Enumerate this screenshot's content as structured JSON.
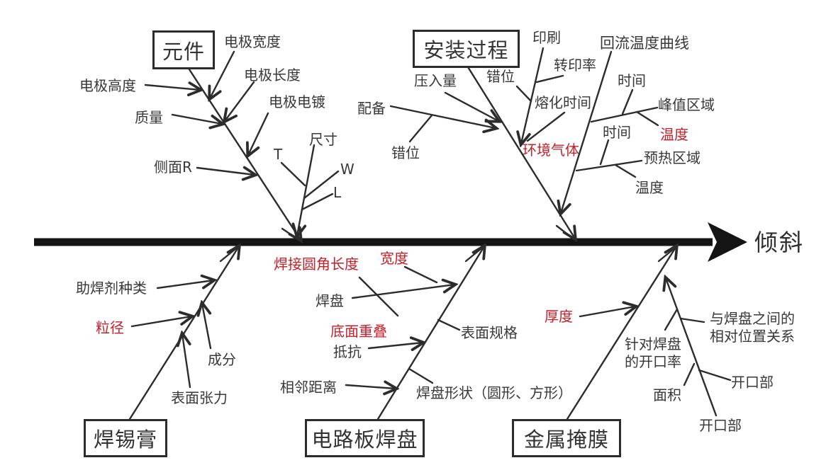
{
  "diagram_type": "fishbone-cause-effect",
  "colors": {
    "ink": "#2c2c2c",
    "text": "#383838",
    "emphasis_red": "#c2202a",
    "spine": "#141414",
    "background": "#ffffff"
  },
  "head": {
    "label": "倾斜"
  },
  "categories": [
    {
      "id": "component",
      "label": "元件",
      "boxed": true,
      "position": "top-left",
      "causes": [
        {
          "label": "电极宽度"
        },
        {
          "label": "电极高度"
        },
        {
          "label": "电极长度"
        },
        {
          "label": "质量"
        },
        {
          "label": "电极电镀"
        },
        {
          "label": "侧面R"
        },
        {
          "label": "尺寸",
          "children": [
            {
              "label": "T"
            },
            {
              "label": "W"
            },
            {
              "label": "L"
            }
          ]
        }
      ]
    },
    {
      "id": "mounting-process",
      "label": "安装过程",
      "boxed": true,
      "position": "top-middle",
      "causes": [
        {
          "label": "压入量"
        },
        {
          "label": "配备",
          "children": [
            {
              "label": "错位"
            }
          ]
        },
        {
          "label": "印刷",
          "children": [
            {
              "label": "错位"
            },
            {
              "label": "转印率"
            },
            {
              "label": "熔化时间"
            }
          ]
        },
        {
          "label": "环境气体",
          "color": "red"
        }
      ]
    },
    {
      "id": "reflow-profile",
      "label": "回流温度曲线",
      "boxed": false,
      "position": "top-right",
      "causes": [
        {
          "label": "峰值区域",
          "children": [
            {
              "label": "时间"
            },
            {
              "label": "温度",
              "color": "red"
            }
          ]
        },
        {
          "label": "预热区域",
          "children": [
            {
              "label": "时间"
            },
            {
              "label": "温度"
            }
          ]
        }
      ]
    },
    {
      "id": "solder-paste",
      "label": "焊锡膏",
      "boxed": true,
      "position": "bottom-left",
      "causes": [
        {
          "label": "助焊剂种类"
        },
        {
          "label": "粒径",
          "color": "red"
        },
        {
          "label": "成分"
        },
        {
          "label": "表面张力"
        }
      ]
    },
    {
      "id": "pcb-pad",
      "label": "电路板焊盘",
      "boxed": true,
      "position": "bottom-middle",
      "causes": [
        {
          "label": "焊盘",
          "children": [
            {
              "label": "宽度",
              "color": "red"
            },
            {
              "label": "焊接圆角长度",
              "color": "red"
            }
          ]
        },
        {
          "label": "底面重叠",
          "color": "red"
        },
        {
          "label": "抵抗"
        },
        {
          "label": "相邻距离"
        },
        {
          "label": "表面规格"
        },
        {
          "label": "焊盘形状（圆形、方形）"
        }
      ]
    },
    {
      "id": "metal-mask",
      "label": "金属掩膜",
      "boxed": true,
      "position": "bottom-right",
      "causes": [
        {
          "label": "厚度",
          "color": "red"
        },
        {
          "label": "开口部",
          "children": [
            {
              "label": "针对焊盘的开口率"
            },
            {
              "label": "与焊盘之间的相对位置关系"
            },
            {
              "label": "面积"
            },
            {
              "label": "开口部"
            }
          ]
        }
      ]
    }
  ]
}
